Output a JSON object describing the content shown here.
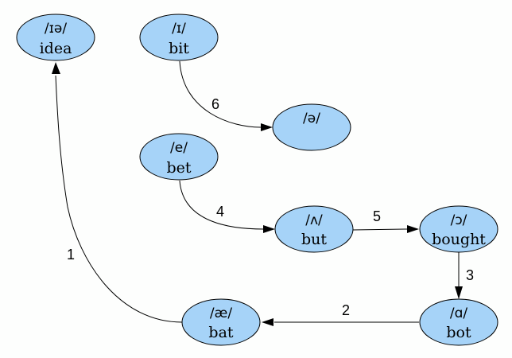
{
  "diagram": {
    "nodes": [
      {
        "id": "idea",
        "ipa": "/ɪə/",
        "word": "idea"
      },
      {
        "id": "bit",
        "ipa": "/ɪ/",
        "word": "bit"
      },
      {
        "id": "schwa",
        "ipa": "/ə/",
        "word": ""
      },
      {
        "id": "bet",
        "ipa": "/e/",
        "word": "bet"
      },
      {
        "id": "but",
        "ipa": "/ʌ/",
        "word": "but"
      },
      {
        "id": "bought",
        "ipa": "/ɔ/",
        "word": "bought"
      },
      {
        "id": "bot",
        "ipa": "/ɑ/",
        "word": "bot"
      },
      {
        "id": "bat",
        "ipa": "/æ/",
        "word": "bat"
      }
    ],
    "edges": [
      {
        "from": "bat",
        "to": "idea",
        "label": "1"
      },
      {
        "from": "bot",
        "to": "bat",
        "label": "2"
      },
      {
        "from": "bought",
        "to": "bot",
        "label": "3"
      },
      {
        "from": "bet",
        "to": "but",
        "label": "4"
      },
      {
        "from": "but",
        "to": "bought",
        "label": "5"
      },
      {
        "from": "bit",
        "to": "schwa",
        "label": "6"
      }
    ],
    "colors": {
      "node_fill": "#a6d3f8",
      "background": "#fdfefd"
    }
  }
}
